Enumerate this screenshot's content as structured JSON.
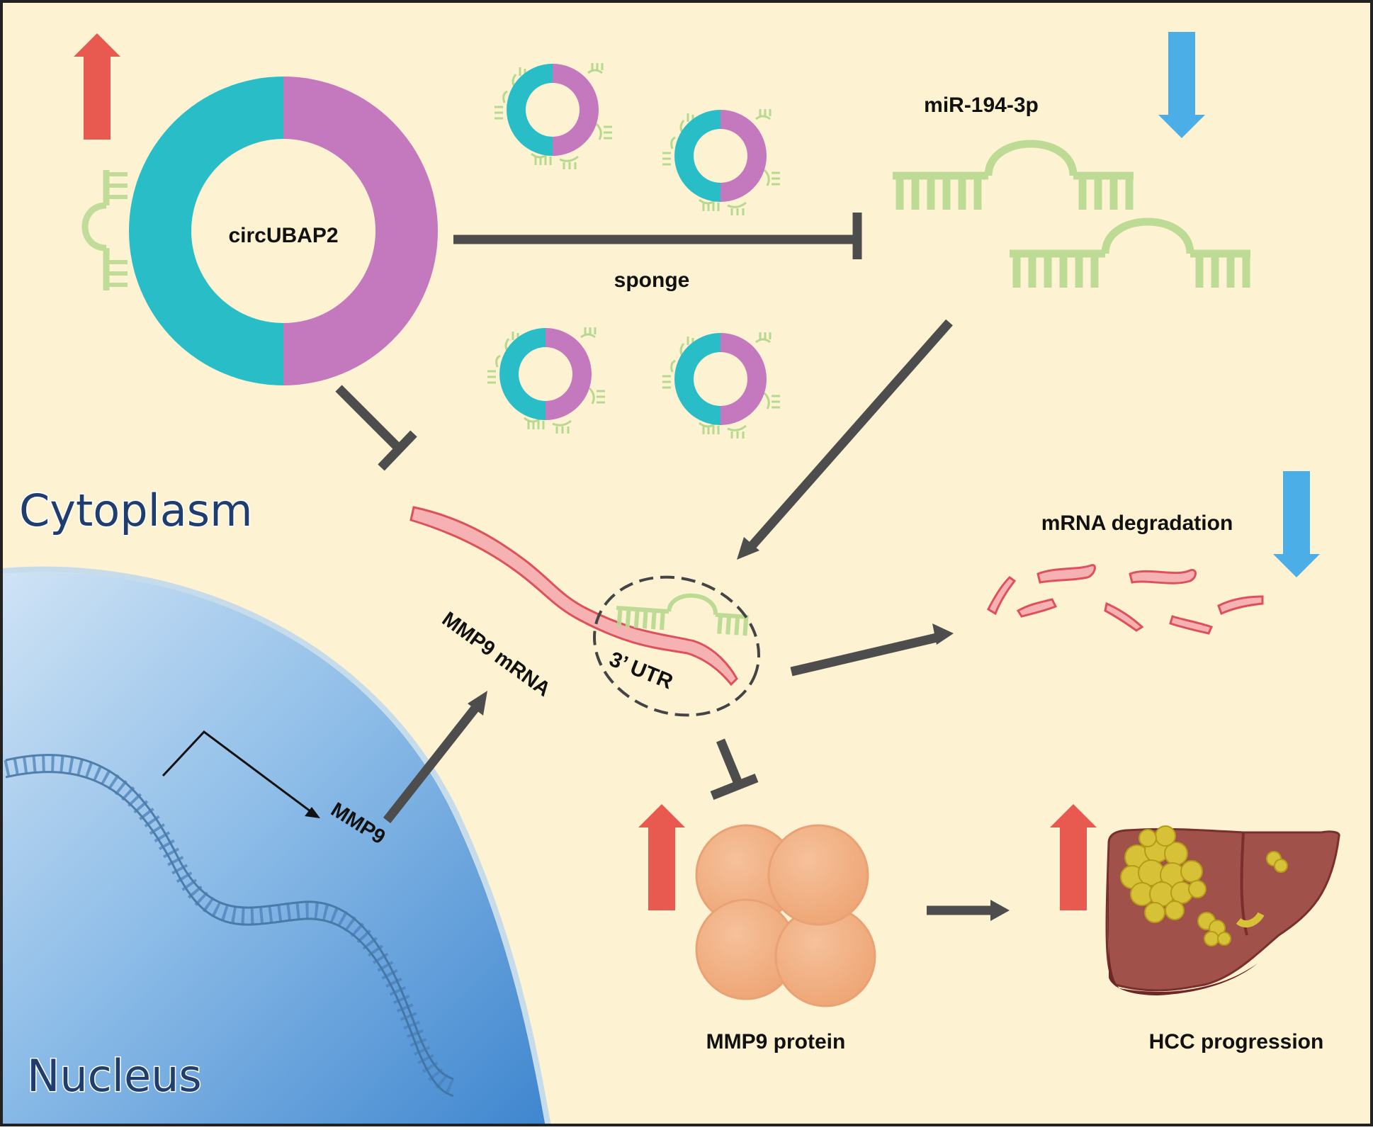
{
  "labels": {
    "circ": "circUBAP2",
    "sponge": "sponge",
    "mirna": "miR-194-3p",
    "cytoplasm": "Cytoplasm",
    "nucleus": "Nucleus",
    "mmp9_mrna": "MMP9 mRNA",
    "utr": "3’ UTR",
    "mmp9_gene": "MMP9",
    "degradation": "mRNA degradation",
    "protein": "MMP9 protein",
    "hcc": "HCC progression"
  },
  "colors": {
    "background": "#fdf2d2",
    "circ_teal": "#29bec7",
    "circ_purple": "#c478bd",
    "mirna_green": "#b7d98f",
    "up_arrow": "#e85a50",
    "down_arrow": "#4baee6",
    "connector": "#4d4d4d",
    "nucleus": "#5e9fd9",
    "mrna_fill": "#f6b2b2",
    "mrna_stroke": "#e0505a",
    "protein": "#f2b182",
    "liver": "#a0524a",
    "tumor": "#d7c237"
  },
  "icons": {
    "up": "up-arrow-icon",
    "down": "down-arrow-icon",
    "liver": "liver-icon",
    "dna": "dna-helix-icon"
  }
}
